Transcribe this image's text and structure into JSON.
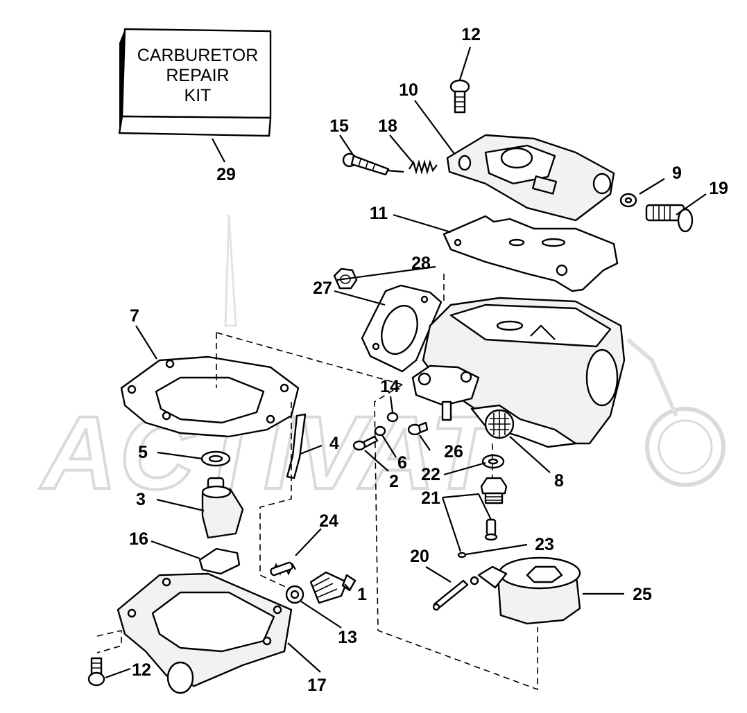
{
  "watermark": "ACTIVAT",
  "kit_box": {
    "line1": "CARBURETOR",
    "line2": "REPAIR",
    "line3": "KIT"
  },
  "callouts": {
    "c1": "1",
    "c2": "2",
    "c3": "3",
    "c4": "4",
    "c5": "5",
    "c6": "6",
    "c7": "7",
    "c8": "8",
    "c9": "9",
    "c10": "10",
    "c11": "11",
    "c12a": "12",
    "c12b": "12",
    "c13": "13",
    "c14": "14",
    "c15": "15",
    "c16": "16",
    "c17": "17",
    "c18": "18",
    "c19": "19",
    "c20": "20",
    "c21": "21",
    "c22": "22",
    "c23": "23",
    "c24": "24",
    "c25": "25",
    "c26": "26",
    "c27": "27",
    "c28": "28",
    "c29": "29"
  }
}
